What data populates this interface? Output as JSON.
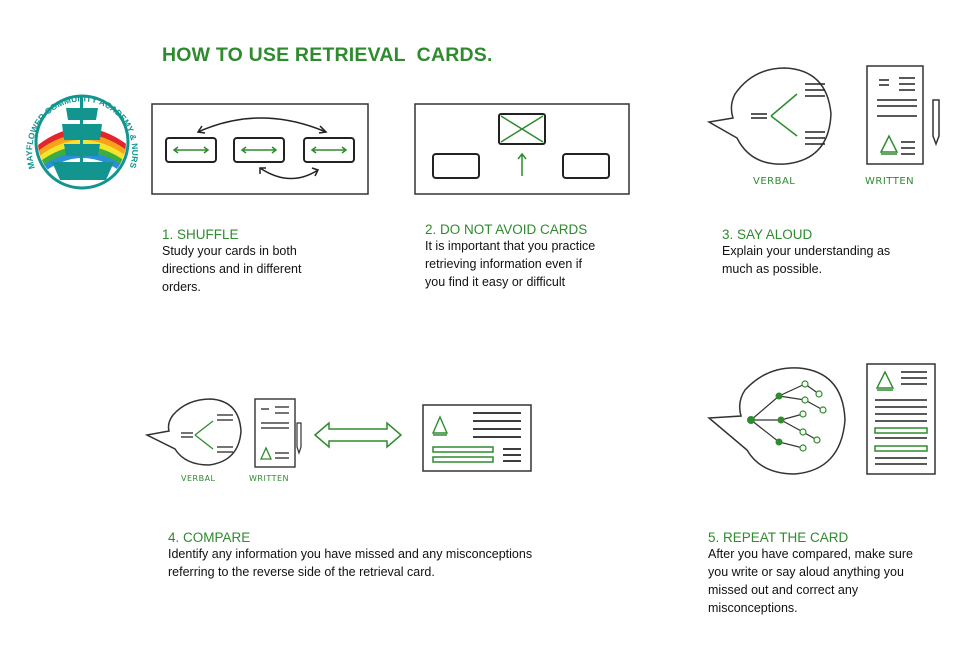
{
  "title": "HOW TO USE RETRIEVAL  CARDS.",
  "logo": {
    "ring_text": "MAYFLOWER COMMUNITY ACADEMY & NURSERY",
    "icon": "ship-logo-icon"
  },
  "labels": {
    "verbal": "VERBAL",
    "written": "WRITTEN"
  },
  "steps": [
    {
      "heading": "1. SHUFFLE",
      "line1": "Study your cards in both",
      "line2": "directions and in different",
      "line3": "orders."
    },
    {
      "heading": "2. DO NOT AVOID CARDS",
      "line1": "It is important that you practice",
      "line2": "retrieving information even if",
      "line3": "you find it easy or difficult"
    },
    {
      "heading": "3. SAY ALOUD",
      "line1": "Explain your understanding as",
      "line2": "much as possible."
    },
    {
      "heading": "4. COMPARE",
      "line1": "Identify any information you have missed and any misconceptions",
      "line2": "referring to the reverse side of the retrieval card."
    },
    {
      "heading": "5. REPEAT THE CARD",
      "line1": "After you have compared, make sure",
      "line2": "you write or say aloud anything you",
      "line3": "missed out and correct any",
      "line4": "misconceptions."
    }
  ],
  "colors": {
    "heading_green": "#2e8b2e",
    "teal": "#13958f",
    "rainbow": [
      "#e4262c",
      "#f7a21b",
      "#f5e52a",
      "#3cae3f",
      "#2a8fd6"
    ]
  }
}
